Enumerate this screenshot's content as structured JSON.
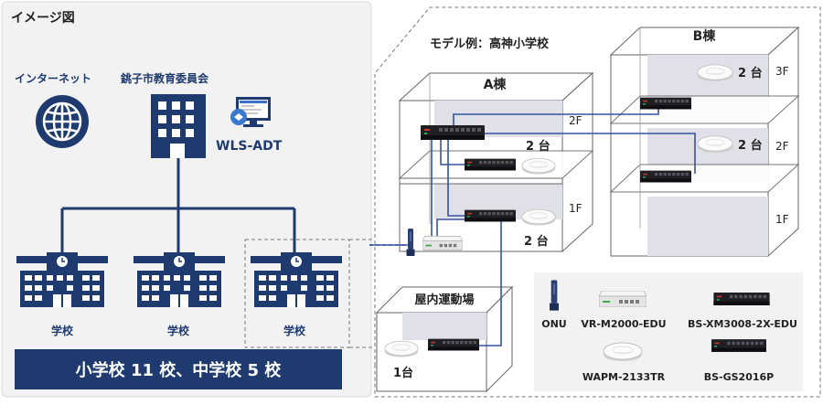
{
  "title": "イメージ図",
  "left": {
    "internet_label": "インターネット",
    "board_label": "銚子市教育委員会",
    "software_label": "WLS-ADT",
    "school_label": "学校",
    "banner": "小学校 11 校、中学校 5 校"
  },
  "model": {
    "title": "モデル例：高神小学校",
    "building_a": "A棟",
    "building_b": "B棟",
    "floors": {
      "f1": "1F",
      "f2": "2F",
      "f3": "3F"
    },
    "count_2": "2 台",
    "count_1": "1台",
    "gym": "屋内運動場"
  },
  "legend": {
    "onu": "ONU",
    "router": "VR-M2000-EDU",
    "core_switch": "BS-XM3008-2X-EDU",
    "ap": "WAPM-2133TR",
    "switch": "BS-GS2016P"
  },
  "colors": {
    "navy": "#1e3a6e",
    "line_blue": "#3553a0",
    "panel_bg": "#f2f2f2",
    "floor_fill": "#e0e0e8"
  }
}
